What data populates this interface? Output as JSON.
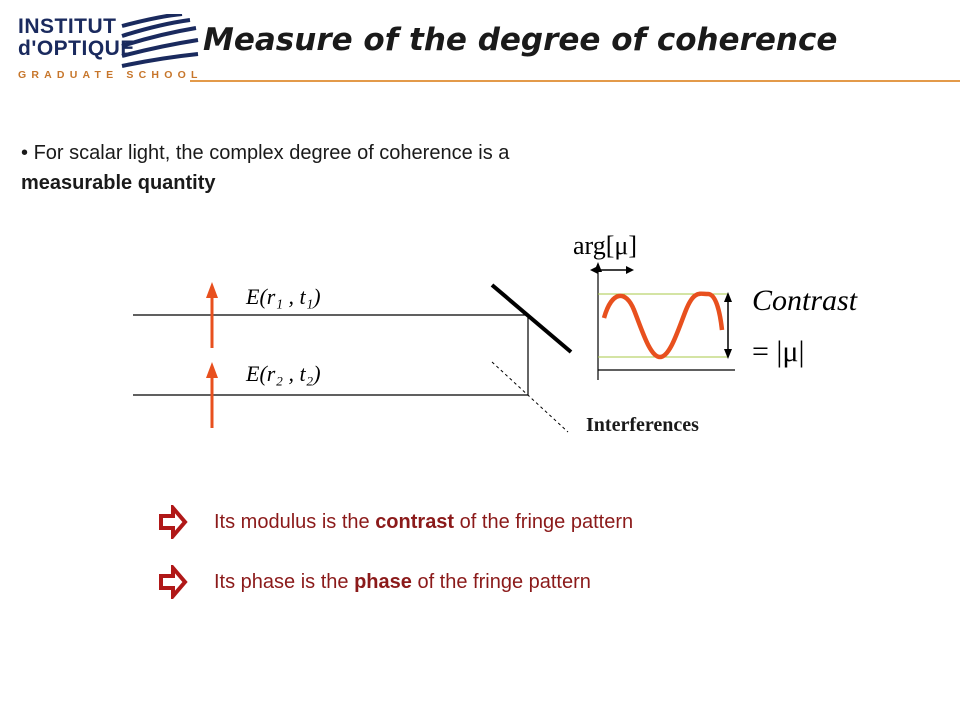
{
  "header": {
    "logo_line1": "INSTITUT",
    "logo_line2": "d'OPTIQUE",
    "logo_sub": "GRADUATE SCHOOL",
    "title": "Measure of the degree of coherence"
  },
  "bullet": {
    "marker": "•",
    "text_plain": "For scalar light, the complex degree of coherence is a",
    "text_bold": "measurable quantity"
  },
  "diagram": {
    "field1": "E(r₁ , t₁)",
    "field2": "E(r₂ , t₂)",
    "arg_label": "arg[μ]",
    "contrast_label": "Contrast",
    "contrast_eq": "= |μ|",
    "interferences": "Interferences"
  },
  "conclusions": [
    {
      "pre": "Its modulus is the ",
      "bold": "contrast",
      "post": " of the fringe pattern"
    },
    {
      "pre": "Its phase is the ",
      "bold": "phase",
      "post": " of the fringe pattern"
    }
  ],
  "colors": {
    "accent": "#e39a4a",
    "title_text": "#1a1a1a",
    "logo_blue": "#1a2a5e",
    "emphasis_red": "#8b1a1a",
    "arrow_orange": "#e8501e"
  }
}
